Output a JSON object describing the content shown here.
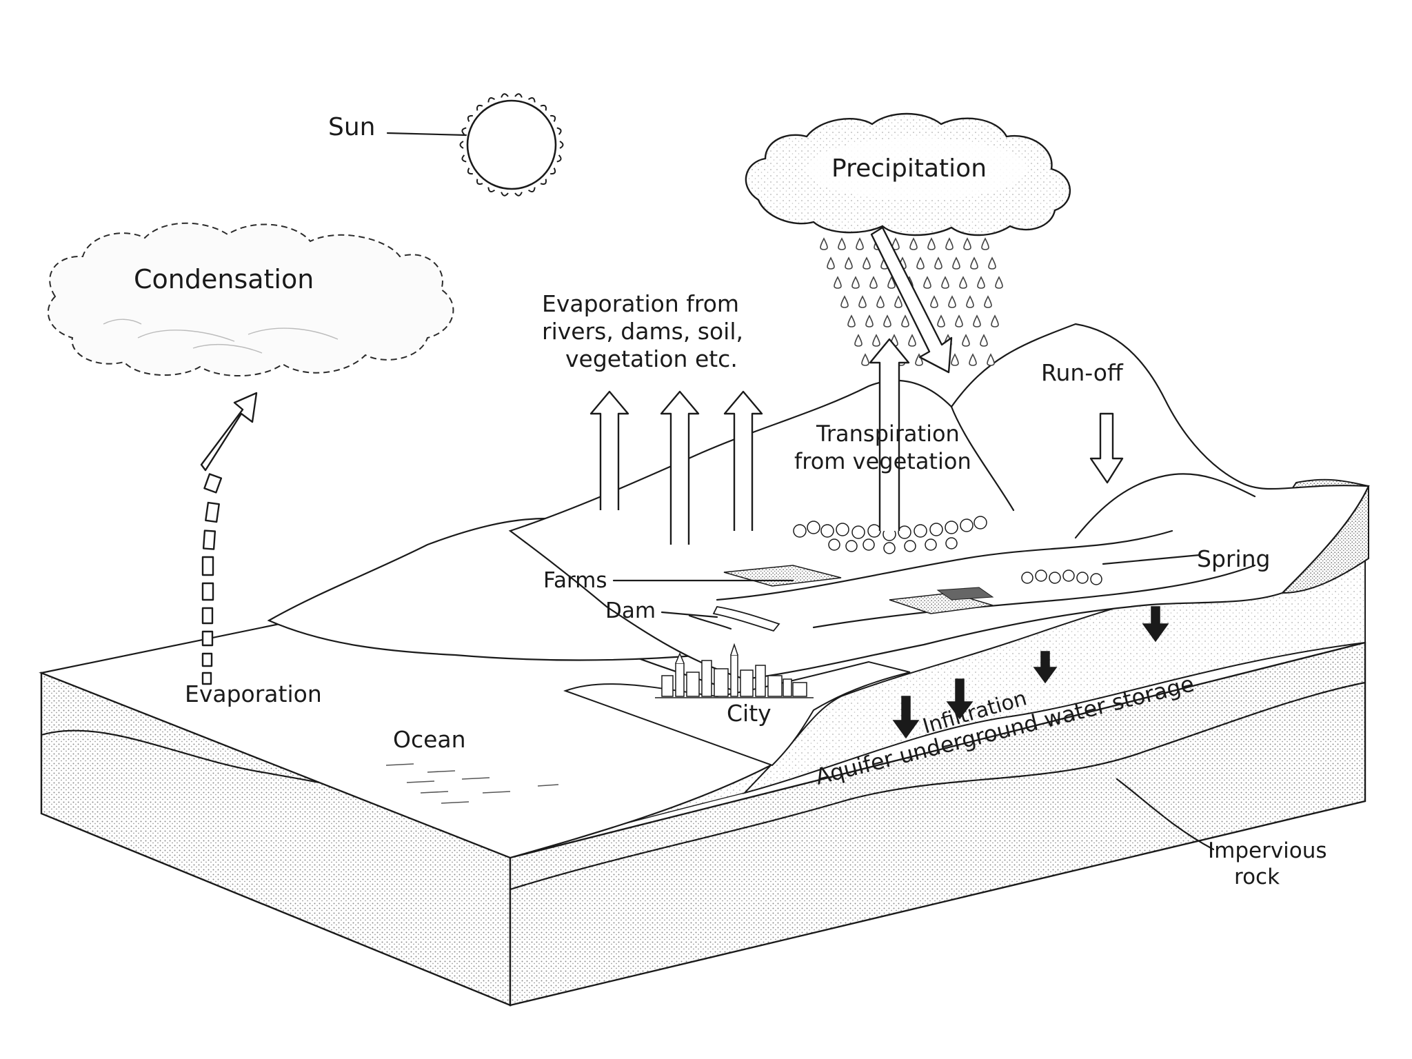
{
  "labels": {
    "sun": "Sun",
    "precipitation": "Precipitation",
    "condensation": "Condensation",
    "evaporation_land": "Evaporation from rivers, dams, soil, vegetation etc.",
    "evaporation_land_lines": [
      "Evaporation from",
      "rivers, dams, soil,",
      "vegetation etc."
    ],
    "run_off": "Run-off",
    "transpiration_lines": [
      "Transpiration",
      "from vegetation"
    ],
    "farms": "Farms",
    "dam": "Dam",
    "spring": "Spring",
    "evaporation_ocean": "Evaporation",
    "ocean": "Ocean",
    "city": "City",
    "infiltration": "Infiltration",
    "aquifer": "Aquifer underground water storage",
    "impervious_lines": [
      "Impervious",
      "rock"
    ]
  },
  "colors": {
    "ink": "#1a1a1a",
    "stipple": "#9a9a9a",
    "background": "#ffffff"
  },
  "icons": [
    "sun-icon",
    "rain-cloud-icon",
    "condensation-cloud-icon",
    "rain-drops-icon",
    "up-arrow-icon",
    "down-arrow-icon",
    "city-icon",
    "trees-icon",
    "farm-icon"
  ]
}
